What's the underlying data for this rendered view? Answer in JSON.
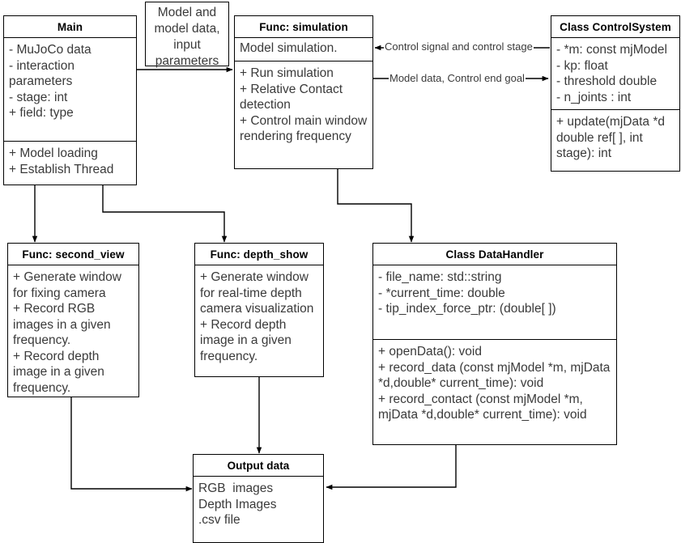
{
  "diagram": {
    "title": "MuJoCo simulation architecture class diagram",
    "type": "uml-class-diagram",
    "background": "#ffffff",
    "line_color": "#000000",
    "text_color": "#3a3a3a"
  },
  "nodes": {
    "main": {
      "header": "Main",
      "attributes": [
        "- MuJoCo data",
        "- interaction parameters",
        "- stage: int",
        "+ field: type"
      ],
      "operations": [
        "+ Model loading",
        "+ Establish Thread"
      ]
    },
    "simulation": {
      "header": "Func: simulation",
      "description": [
        "Model simulation."
      ],
      "operations": [
        "+ Run simulation",
        "+ Relative Contact detection",
        "+ Control main window rendering frequency"
      ]
    },
    "control_system": {
      "header": "Class ControlSystem",
      "attributes": [
        "- *m: const mjModel",
        "- kp: float",
        "- threshold double",
        "- n_joints : int"
      ],
      "operations": [
        "+ update(mjData *d double ref[ ], int stage): int"
      ]
    },
    "second_view": {
      "header": "Func: second_view",
      "operations": [
        "+ Generate window for fixing camera",
        "+ Record RGB images in a given frequency.",
        "+ Record depth image in a given frequency."
      ]
    },
    "depth_show": {
      "header": "Func: depth_show",
      "operations": [
        "+ Generate window for real-time depth camera visualization",
        "+ Record depth image in a given frequency."
      ]
    },
    "data_handler": {
      "header": "Class DataHandler",
      "attributes": [
        "- file_name: std::string",
        "- *current_time: double",
        "- tip_index_force_ptr: (double[ ])"
      ],
      "operations": [
        "+ openData(): void",
        "+ record_data (const mjModel *m, mjData *d,double* current_time): void",
        "+ record_contact (const mjModel *m, mjData *d,double* current_time): void"
      ]
    },
    "output_data": {
      "header": "Output data",
      "items": [
        "RGB  images",
        "Depth Images",
        ".csv file"
      ]
    }
  },
  "edge_labels": {
    "model_input": "Model and\nmodel data,\ninput\nparameters",
    "control_signal": "Control signal and control stage",
    "model_goal": "Model data, Control end goal"
  }
}
